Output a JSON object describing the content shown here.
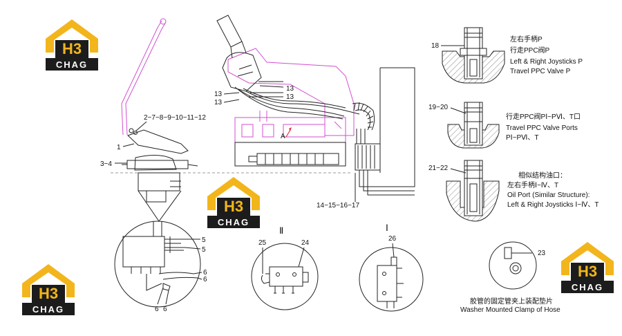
{
  "logos": [
    {
      "mark": "H3",
      "word": "CHAG"
    },
    {
      "mark": "H3",
      "word": "CHAG"
    },
    {
      "mark": "H3",
      "word": "CHAG"
    },
    {
      "mark": "H3",
      "word": "CHAG"
    }
  ],
  "colors": {
    "logo_yellow": "#f2b51c",
    "logo_dark": "#1c1c1c",
    "pink_outline": "#d24fd0",
    "line": "#222222"
  },
  "callouts": {
    "c1": "1",
    "c2_12": "2−7−8−9−10−11−12",
    "c3_4": "3−4",
    "c13a": "13",
    "c13b": "13",
    "c13c": "13",
    "c13d": "13",
    "cA": "A",
    "c14_17": "14−15−16−17",
    "c5a": "5",
    "c5b": "5",
    "c6a": "6",
    "c6b": "6",
    "c6c": "6",
    "c6d": "6",
    "c25": "25",
    "c24": "24",
    "c26": "26",
    "c23": "23",
    "c18": "18",
    "c19_20": "19−20",
    "c21_22": "21−22"
  },
  "view_marks": {
    "ii": "Ⅱ",
    "i": "Ⅰ"
  },
  "notes": {
    "n18": [
      "左右手柄P",
      "行走PPC阀P",
      "Left & Right Joysticks P",
      "Travel PPC Valve P"
    ],
    "n19": [
      "行走PPC阀PⅠ~PⅥ、T口",
      "Travel PPC Valve Ports",
      "PⅠ~PⅥ、T"
    ],
    "n21": [
      "相似结构油口：",
      "左右手柄Ⅰ~Ⅳ、T",
      "Oil Port (Similar Structure):",
      "Left & Right Joysticks Ⅰ~Ⅳ、T"
    ],
    "n23": [
      "胶管的固定管夹上装配垫片",
      "Washer Mounted Clamp of Hose"
    ]
  }
}
